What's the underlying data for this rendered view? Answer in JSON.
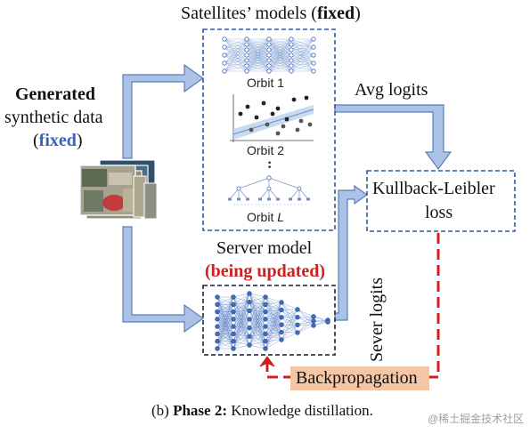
{
  "title_prefix": "Satellites’ models (",
  "title_bold": "fixed",
  "title_suffix": ")",
  "generated_bold": "Generated",
  "generated_line2": "synthetic data",
  "generated_open": "(",
  "generated_fixed": "fixed",
  "generated_close": ")",
  "orbit1": "Orbit 1",
  "orbit2": "Orbit 2",
  "orbit_dots": ":",
  "orbitL_prefix": "Orbit ",
  "orbitL_var": "L",
  "avg_logits": "Avg logits",
  "kl_line1": "Kullback-Leibler",
  "kl_line2": "loss",
  "server_model": "Server model",
  "being_updated": "(being updated)",
  "sever_logits": "Sever logits",
  "backprop": "Backpropagation",
  "caption_prefix": "(b) ",
  "caption_bold": "Phase 2:",
  "caption_rest": " Knowledge distillation.",
  "watermark": "@稀土掘金技术社区",
  "colors": {
    "arrow_fill": "#a9c2e6",
    "arrow_stroke": "#5b7fb6",
    "box_dash": "#2e5aa0",
    "server_box": "#333d4d",
    "red": "#d11f1f",
    "backprop_bg": "#f4c6a6",
    "fixed_blue": "#3a63b5",
    "net_blue": "#3f6dbb"
  }
}
